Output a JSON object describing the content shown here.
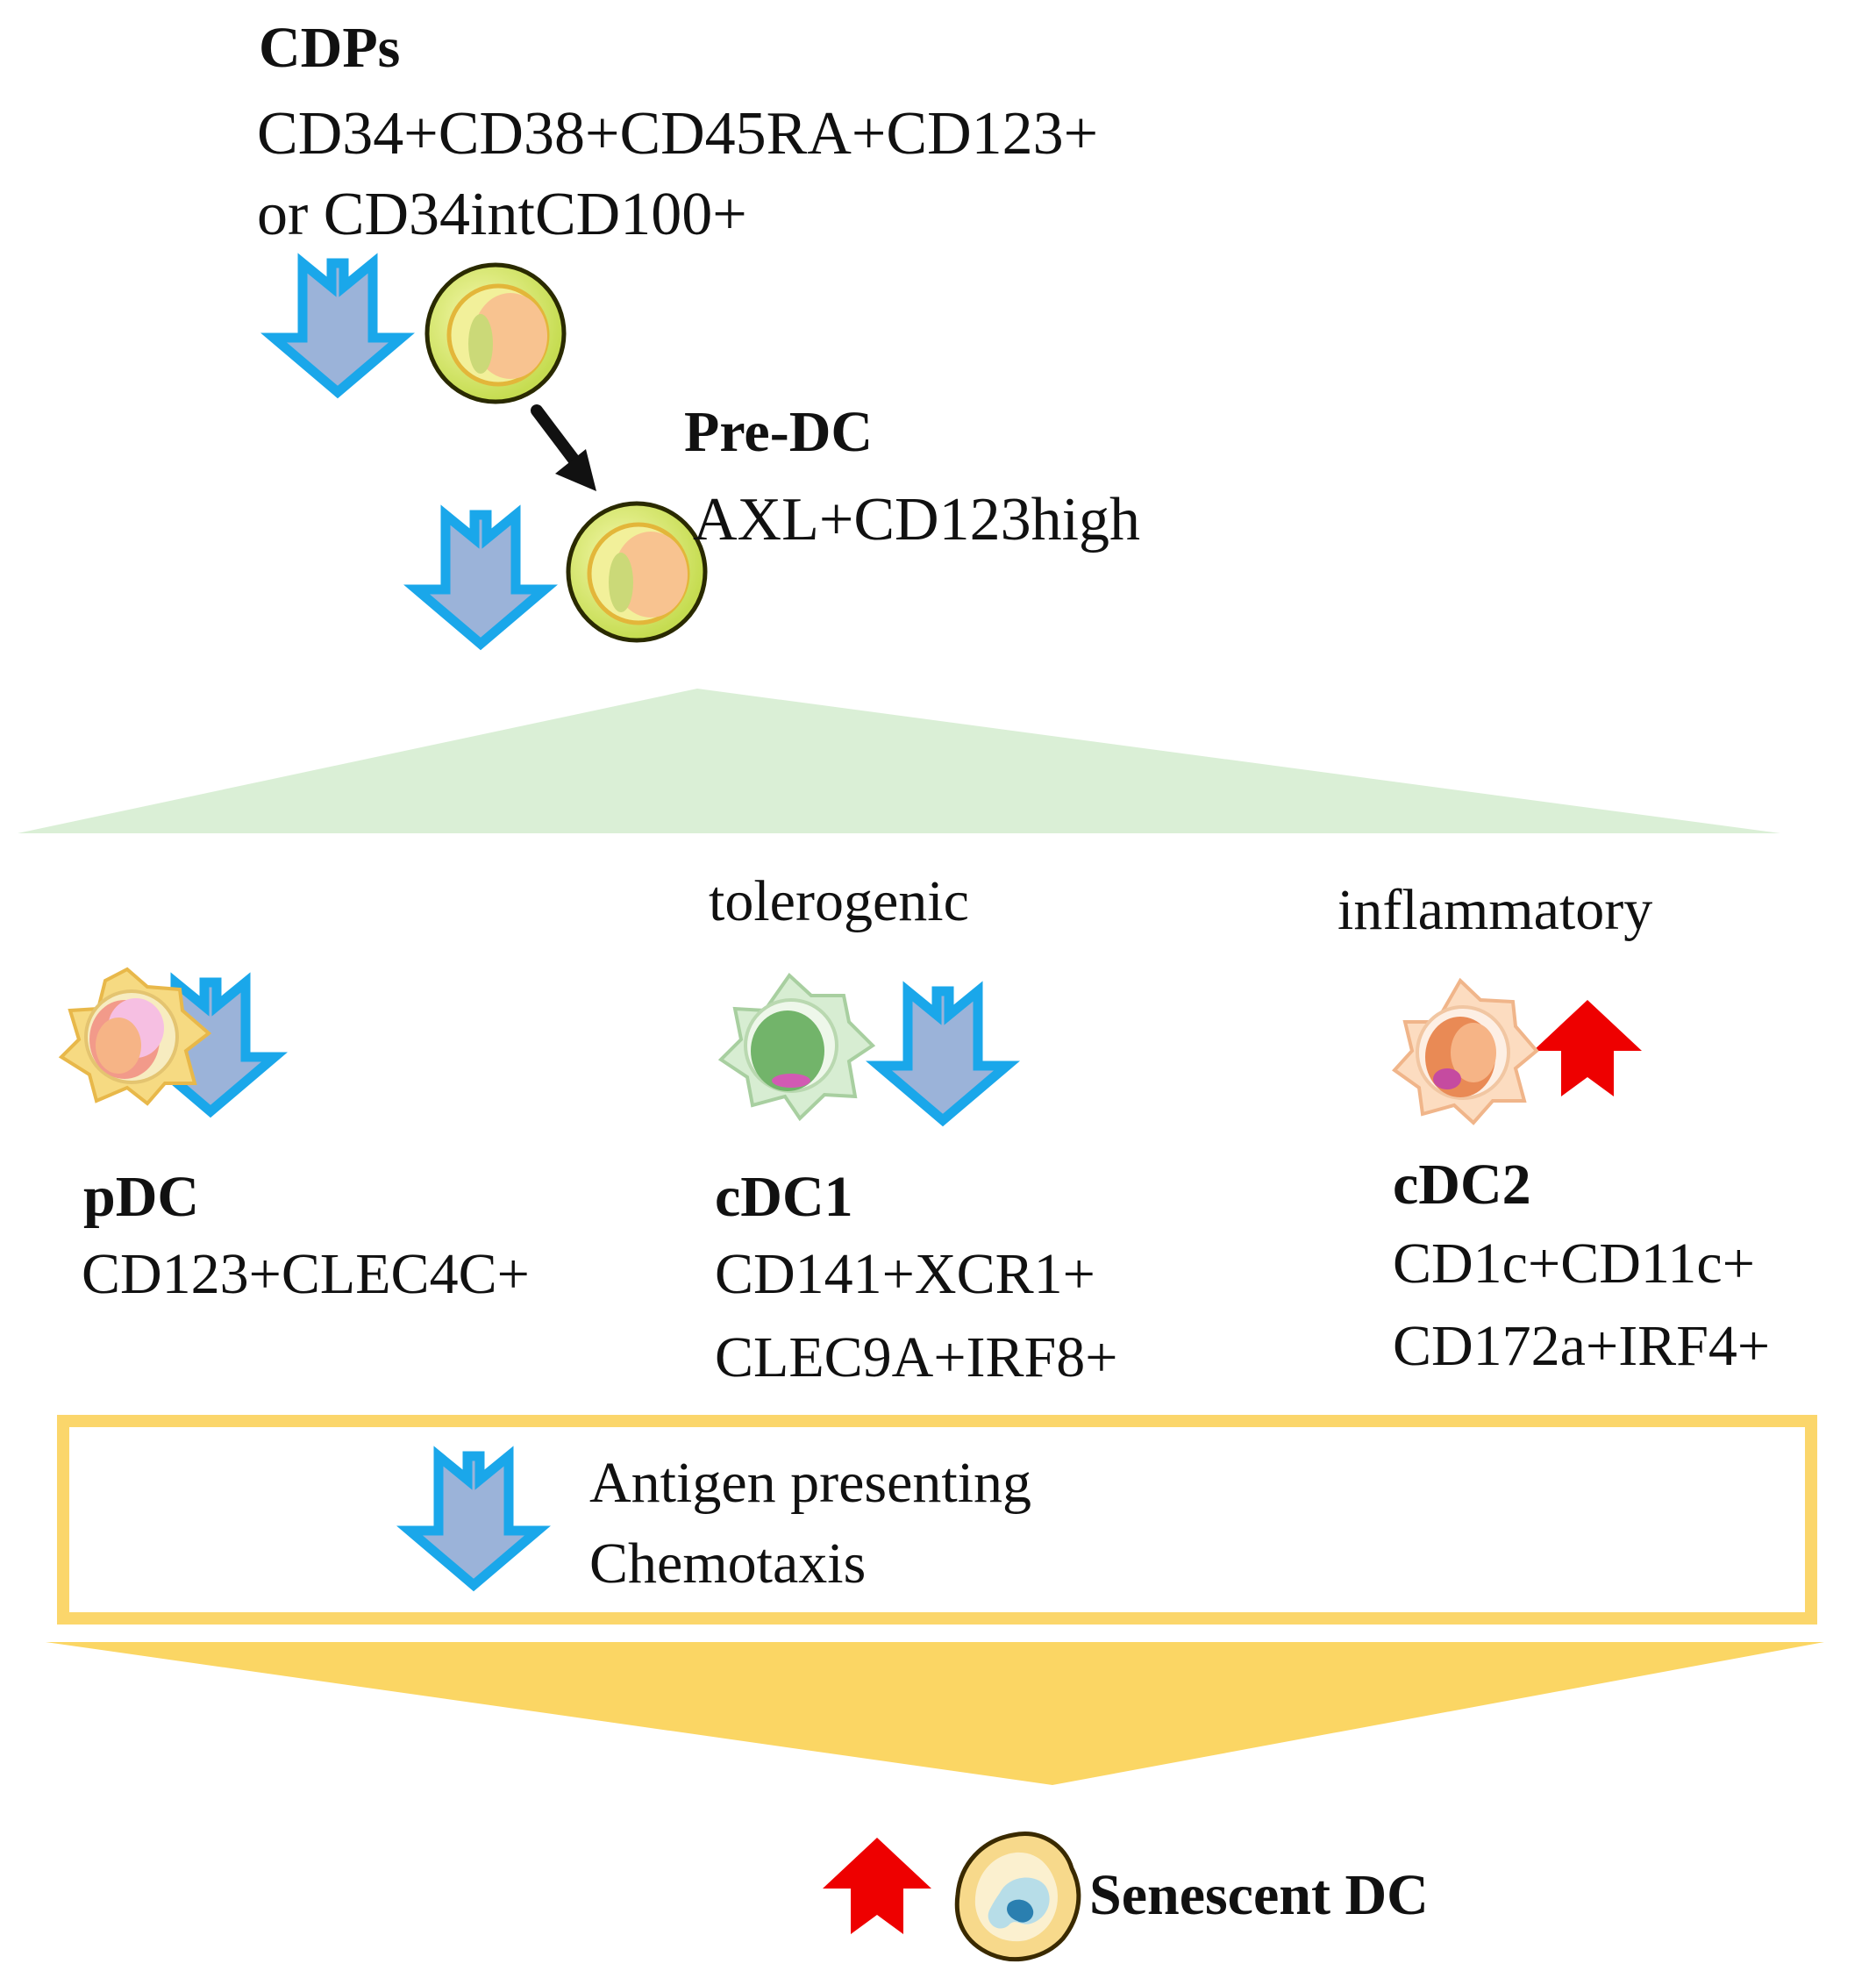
{
  "cdps": {
    "title": "CDPs",
    "markers_line1": "CD34+CD38+CD45RA+CD123+",
    "markers_line2": "or CD34intCD100+"
  },
  "pre_dc": {
    "title": "Pre-DC",
    "markers": "AXL+CD123high"
  },
  "subset_labels": {
    "tolerogenic": "tolerogenic",
    "inflammatory": "inflammatory"
  },
  "pdc": {
    "title": "pDC",
    "markers": "CD123+CLEC4C+"
  },
  "cdc1": {
    "title": "cDC1",
    "markers_line1": "CD141+XCR1+",
    "markers_line2": "CLEC9A+IRF8+"
  },
  "cdc2": {
    "title": "cDC2",
    "markers_line1": "CD1c+CD11c+",
    "markers_line2": "CD172a+IRF4+"
  },
  "functions": {
    "line1": "Antigen presenting",
    "line2": "Chemotaxis"
  },
  "senescent": {
    "title": "Senescent DC"
  },
  "colors": {
    "down_arrow_fill": "#9bb3d9",
    "down_arrow_stroke": "#1aa7ea",
    "up_arrow": "#ee0000",
    "green_fan": "#daefd6",
    "yellow_box": "#fbd66b",
    "yellow_fan": "#fbd664"
  }
}
